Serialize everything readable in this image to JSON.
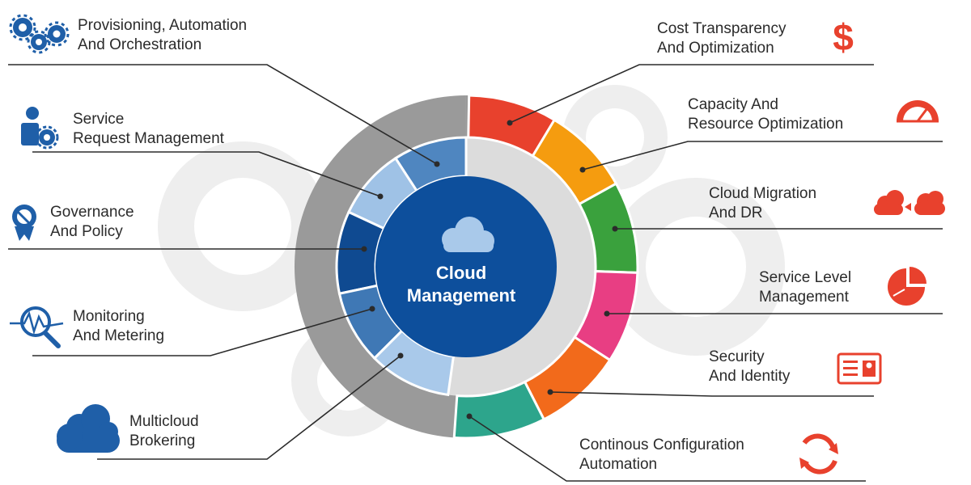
{
  "center": {
    "line1": "Cloud",
    "line2": "Management",
    "icon": "cloud-icon"
  },
  "colors": {
    "center_fill": "#0d4f9c",
    "inner_blues": [
      "#4f86c0",
      "#9fc2e6",
      "#0f4a91",
      "#3f78b5",
      "#a9c9ea"
    ],
    "outer_gray": "#9a9a9a",
    "track_gray": "#dcdcdc",
    "left_icon_blue": "#1f5fa8",
    "right_icon_red": "#e8412d",
    "leader_line": "#2b2b2b"
  },
  "left_items": [
    {
      "line1": "Provisioning, Automation",
      "line2": "And Orchestration",
      "icon": "gears-icon"
    },
    {
      "line1": "Service",
      "line2": "Request Management",
      "icon": "service-user-icon"
    },
    {
      "line1": "Governance",
      "line2": "And Policy",
      "icon": "governance-badge-icon"
    },
    {
      "line1": "Monitoring",
      "line2": "And Metering",
      "icon": "magnifier-chart-icon"
    },
    {
      "line1": "Multicloud",
      "line2": "Brokering",
      "icon": "clouds-icon"
    }
  ],
  "right_items": [
    {
      "line1": "Cost Transparency",
      "line2": "And Optimization",
      "icon": "dollar-icon",
      "color": "#e8412d"
    },
    {
      "line1": "Capacity And",
      "line2": "Resource Optimization",
      "icon": "gauge-icon",
      "color": "#f59c0f"
    },
    {
      "line1": "Cloud Migration",
      "line2": "And DR",
      "icon": "cloud-migration-icon",
      "color": "#3aa13d"
    },
    {
      "line1": "Service Level",
      "line2": "Management",
      "icon": "pie-chart-icon",
      "color": "#e83e83"
    },
    {
      "line1": "Security",
      "line2": "And Identity",
      "icon": "id-card-icon",
      "color": "#f26a1b"
    },
    {
      "line1": "Continous Configuration",
      "line2": "Automation",
      "icon": "refresh-cycle-icon",
      "color": "#2da58c"
    }
  ]
}
